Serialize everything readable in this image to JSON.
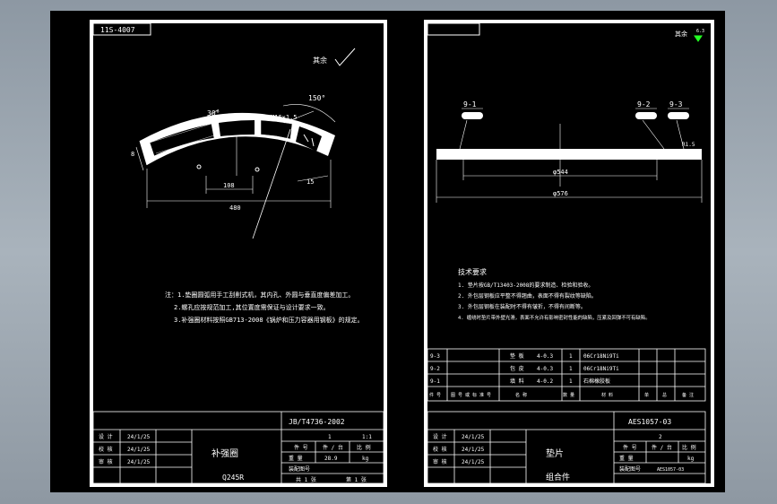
{
  "left_sheet": {
    "drawing_code": "11S-4007",
    "roughness_note": "其余",
    "dims": {
      "angle_top": "150°",
      "angle_small": "30°",
      "thread": "M16×1.5",
      "height": "8",
      "width_mid": "108",
      "width_small": "15",
      "length": "480"
    },
    "notes": [
      "注：1.垫圈圆弧用手工刮削式机，其内孔、外圆与垂直度偏差加工。",
      "2.螺孔应按规范加工,其位置度需保证与设计要求一致。",
      "3.补强圈材料按照GB713-2008《锅炉和压力容器用钢板》的规定。"
    ],
    "std": "JB/T4736-2002",
    "part_name": "补强圈",
    "material": "Q245R",
    "title_rows": [
      {
        "role": "设 计",
        "date": "24/1/25"
      },
      {
        "role": "校 核",
        "date": "24/1/25"
      },
      {
        "role": "审 核",
        "date": "24/1/25"
      }
    ],
    "values": {
      "qty": "1",
      "scale": "1:1",
      "weight": "28.9",
      "unit": "kg"
    },
    "labels": {
      "piece": "件 号",
      "count": "件 / 台",
      "ratio": "比 例",
      "weight": "重 量",
      "drawing": "装配图号",
      "sheet": "共 1 张",
      "page": "第 1 张"
    }
  },
  "right_sheet": {
    "roughness_note": "其余",
    "roughness_value": "6.3",
    "callouts": [
      "9-1",
      "9-2",
      "9-3"
    ],
    "dims": {
      "right_label": "R1.5",
      "inner_dia": "φ544",
      "outer_dia": "φ576"
    },
    "req_title": "技术要求",
    "requirements": [
      "1. 垫片按GB/T13403-2008的要求制造、检验和验收。",
      "2. 外包层钢板应平整不得翘曲，表面不得有裂纹等缺陷。",
      "3. 外包层钢板在装配时不得有皱折，不得有间断等。",
      "4. 缠绕时垫片带外壁光滑，表面不允许有影响密封性能的缺陷，压紧及回弹不可有缺陷。"
    ],
    "parts": [
      {
        "no": "9-3",
        "name": "垫 板",
        "spec": "4-0.3",
        "qty": "1",
        "material": "06Cr18Ni9Ti"
      },
      {
        "no": "9-2",
        "name": "包 皮",
        "spec": "4-0.3",
        "qty": "1",
        "material": "06Cr18Ni9Ti"
      },
      {
        "no": "9-1",
        "name": "填 料",
        "spec": "4-0.2",
        "qty": "1",
        "material": "石棉橡胶板"
      }
    ],
    "parts_header": [
      "件 号",
      "图 号 或 标 准 号",
      "名 称",
      "数 量",
      "材 料",
      "单",
      "总",
      "备 注"
    ],
    "drawing_no": "AES1057-03",
    "part_name": "垫片",
    "assembly": "组合件",
    "title_rows": [
      {
        "role": "设 计",
        "date": "24/1/25"
      },
      {
        "role": "校 核",
        "date": "24/1/25"
      },
      {
        "role": "审 核",
        "date": "24/1/25"
      }
    ],
    "values": {
      "qty": "2"
    },
    "labels": {
      "piece": "件 号",
      "count": "件 / 台",
      "ratio": "比 例",
      "weight": "重 量",
      "drawing": "装配图号",
      "unit": "kg",
      "assembly_no": "AES1057-03"
    }
  }
}
